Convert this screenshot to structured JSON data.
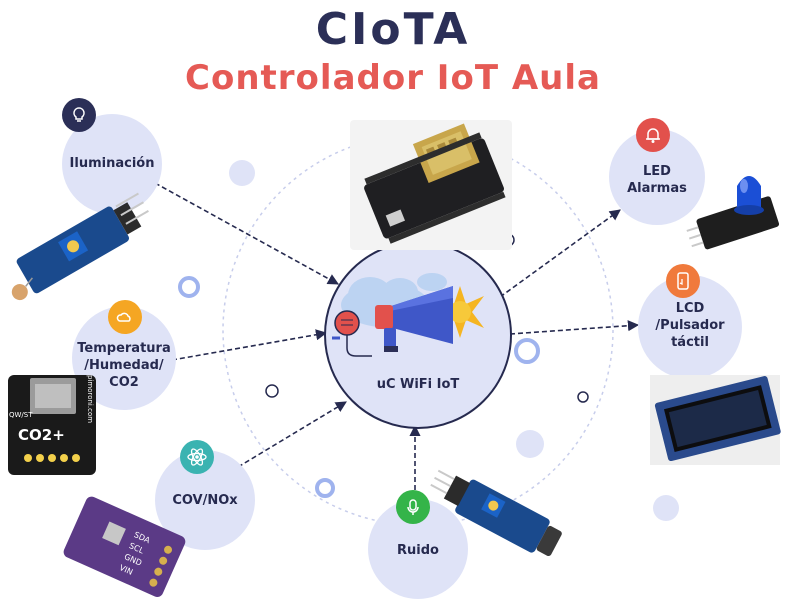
{
  "title": "CIoTA",
  "subtitle": "Controlador IoT Aula",
  "colors": {
    "title": "#2b2f57",
    "subtitle": "#e55a55",
    "node_fill": "#dfe3f7",
    "line": "#262a4f",
    "dashed_ring": "#c7cdeb",
    "badge_navy": "#2b2f57",
    "badge_yellow": "#f5a623",
    "badge_teal": "#3ab3b1",
    "badge_green": "#34b449",
    "badge_red": "#e2514c",
    "badge_orange": "#f07a3c"
  },
  "center": {
    "label": "uC WiFi IoT",
    "icon": "megaphone-cloud-icon"
  },
  "nodes": {
    "iluminacion": {
      "label": "Iluminación",
      "icon": "lightbulb-icon"
    },
    "temperatura": {
      "label": "Temperatura /Humedad/ CO2",
      "line1": "Temperatura",
      "line2": "/Humedad/",
      "line3": "CO2",
      "icon": "cloud-sun-icon"
    },
    "cov": {
      "label": "COV/NOx",
      "icon": "atom-icon"
    },
    "ruido": {
      "label": "Ruido",
      "icon": "microphone-icon"
    },
    "led": {
      "label": "LED Alarmas",
      "line1": "LED",
      "line2": "Alarmas",
      "icon": "bell-icon"
    },
    "lcd": {
      "label": "LCD /Pulsador táctil",
      "line1": "LCD",
      "line2": "/Pulsador",
      "line3": "táctil",
      "icon": "touch-phone-icon"
    }
  },
  "images": {
    "esp_board": "nodemcu-board-image",
    "light_sensor": "light-sensor-module-image",
    "co2_sensor": "co2-sensor-board-image",
    "voc_sensor": "voc-sensor-board-image",
    "sound_sensor": "sound-sensor-module-image",
    "led_module": "led-module-image",
    "oled_display": "oled-display-image"
  },
  "board_text": {
    "co2": "CO2+",
    "pimoroni": "pimoroni.com",
    "qwst": "QW/ST",
    "voc_pins": [
      "VIN",
      "GND",
      "SCL",
      "SDA"
    ]
  }
}
